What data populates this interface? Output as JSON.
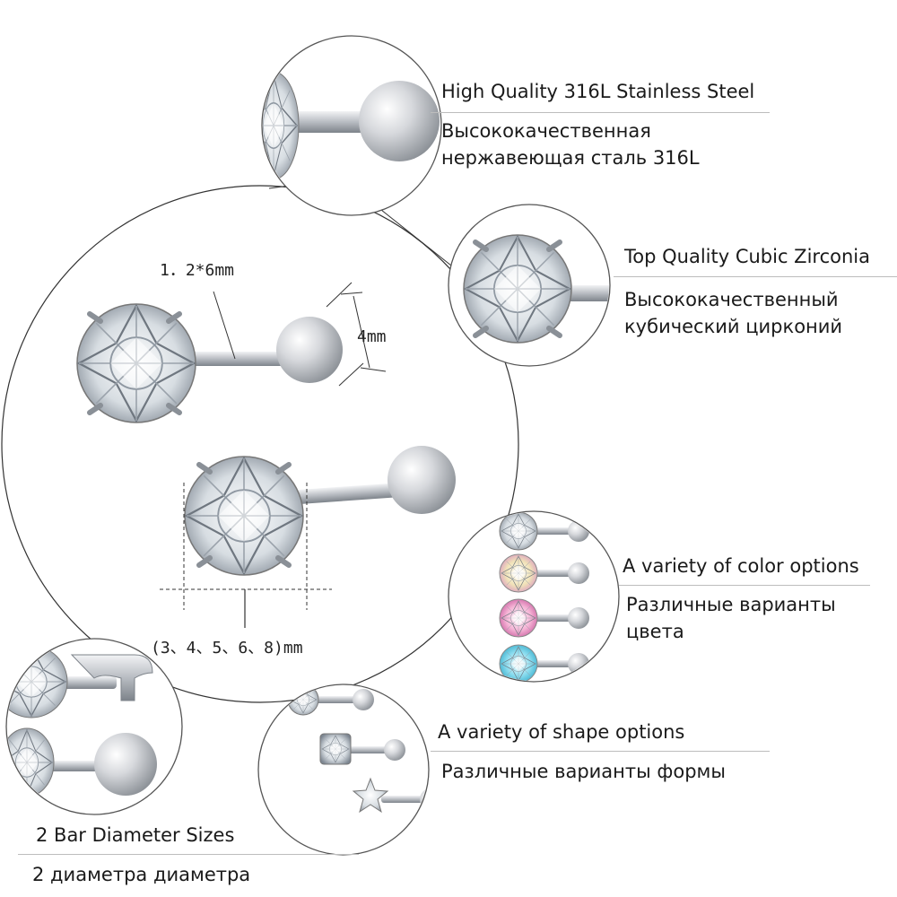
{
  "features": {
    "steel": {
      "en": "High Quality 316L Stainless Steel",
      "ru_line1": "Высококачественная",
      "ru_line2": "нержавеющая сталь 316L"
    },
    "zirconia": {
      "en": "Top Quality Cubic Zirconia",
      "ru_line1": "Высококачественный",
      "ru_line2": "кубический цирконий"
    },
    "color": {
      "en": "A variety of color options",
      "ru_line1": "Различные варианты",
      "ru_line2": "цвета"
    },
    "shape": {
      "en": "A variety of shape options",
      "ru": "Различные варианты формы"
    },
    "bar": {
      "en": "2 Bar Diameter Sizes",
      "ru": "2 диаметра диаметра"
    }
  },
  "dimensions": {
    "bar": "1．2*6mm",
    "ball": "4mm",
    "stone": "(3、4、5、6、8)mm"
  },
  "colors": {
    "steel": "#c9ccd1",
    "steel_dark": "#8e939a",
    "line": "#333333",
    "gem_clear": "#e9eef2",
    "gem_yellow_pink": "#f2e7c8",
    "gem_pink": "#f4b8d8",
    "gem_aqua": "#7fd6ea"
  }
}
